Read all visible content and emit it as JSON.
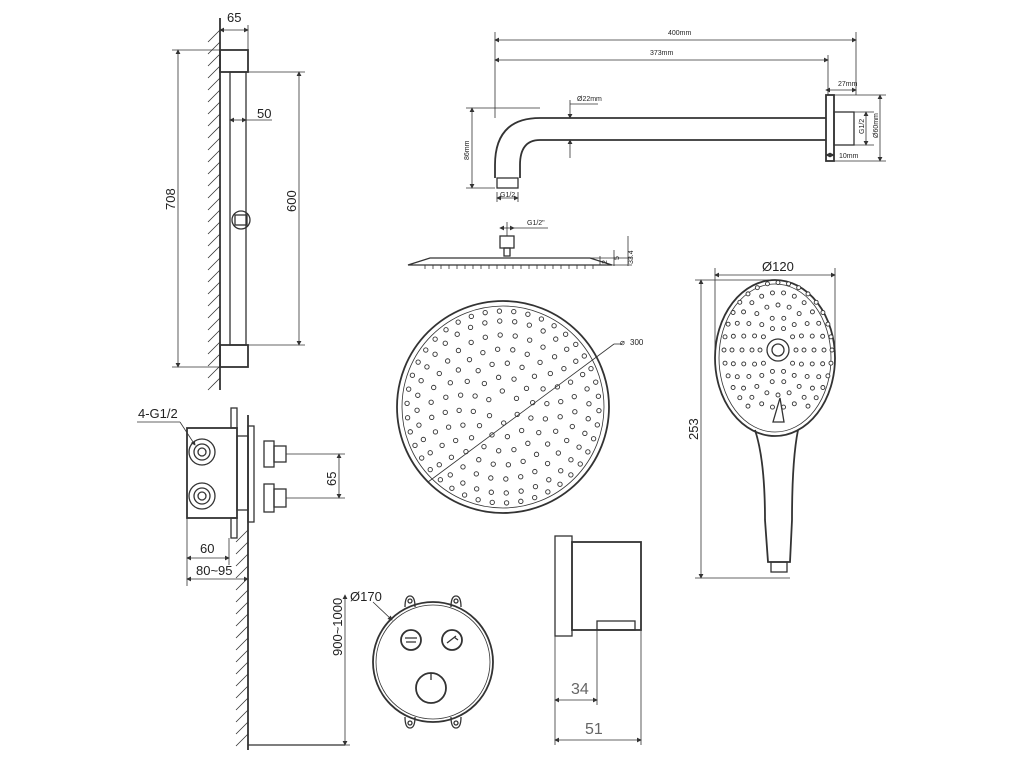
{
  "slide_rail": {
    "depth_label": "65",
    "bar_dia_label": "50",
    "total_height_label": "708",
    "bracket_spacing_label": "600"
  },
  "shower_arm": {
    "length_total_label": "400mm",
    "length_reach_label": "373mm",
    "flange_depth_label": "27mm",
    "pipe_dia_label": "Ø22mm",
    "drop_label": "86mm",
    "thread_label": "G1/2",
    "flange_thread_label": "G1/2",
    "flange_dia_label": "Ø60mm",
    "flange_gap_label": "10mm"
  },
  "head_side": {
    "thread_label": "G1/2\"",
    "dim_a": "2",
    "dim_b": "5",
    "dim_c": "33.4"
  },
  "head_top": {
    "dia_label": "300"
  },
  "hand_shower": {
    "dia_label": "Ø120",
    "length_label": "253"
  },
  "valve_side": {
    "inlet_label": "4-G1/2",
    "height_label": "65",
    "depth_label": "60",
    "range_label": "80~95"
  },
  "valve_front": {
    "dia_label": "Ø170",
    "height_label": "900~1000"
  },
  "wall_outlet": {
    "dim_a": "34",
    "dim_b": "51"
  }
}
